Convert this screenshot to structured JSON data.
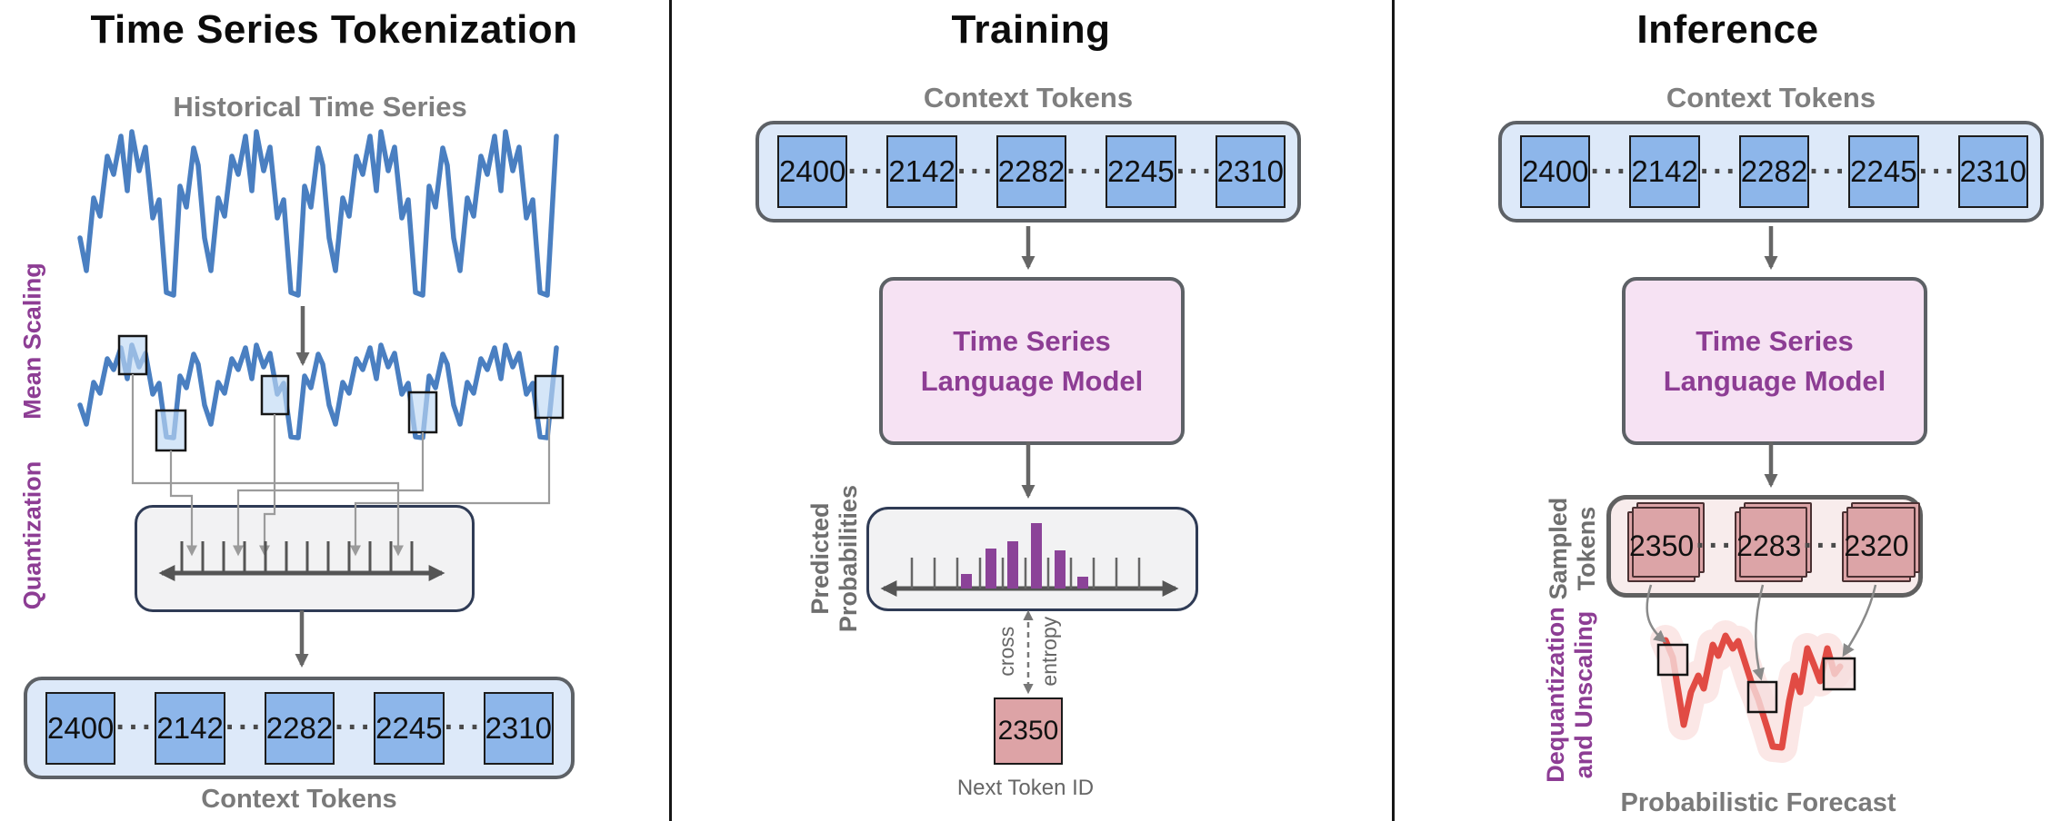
{
  "shared": {
    "ellipsis": "···",
    "context_tokens": [
      "2400",
      "2142",
      "2282",
      "2245",
      "2310"
    ],
    "model_name_line1": "Time Series",
    "model_name_line2": "Language Model"
  },
  "colors": {
    "accent_purple": "#8d3d94",
    "series_blue": "#4a7fc1",
    "token_blue": "#8db6ea",
    "token_container_blue": "#dde9f9",
    "model_box_pink": "#f6e2f3",
    "sampled_card_pink": "#dca4a7",
    "forecast_red": "#e14b44",
    "histogram_purple": "#8b4398",
    "gray_box": "#f2f2f3"
  },
  "tokenization": {
    "title": "Time Series Tokenization",
    "series_label": "Historical Time Series",
    "mean_scaling_label": "Mean Scaling",
    "quantization_label": "Quantization",
    "caption": "Context Tokens"
  },
  "training": {
    "title": "Training",
    "context_label": "Context Tokens",
    "predicted_line1": "Predicted",
    "predicted_line2": "Probabilities",
    "loss_line1": "cross",
    "loss_line2": "entropy",
    "next_token_id": "2350",
    "next_token_caption": "Next Token ID"
  },
  "inference": {
    "title": "Inference",
    "context_label": "Context Tokens",
    "sampled_line1": "Sampled",
    "sampled_line2": "Tokens",
    "sampled_tokens": [
      "2350",
      "2283",
      "2320"
    ],
    "dequant_line1": "Dequantization",
    "dequant_line2": "and Unscaling",
    "caption": "Probabilistic Forecast"
  }
}
